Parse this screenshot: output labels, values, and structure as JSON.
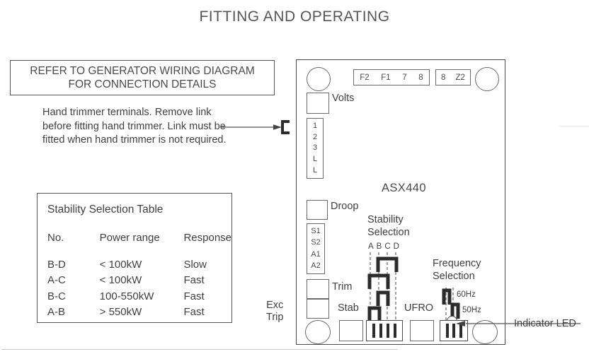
{
  "page": {
    "title": "FITTING AND OPERATING"
  },
  "refer_box": {
    "line1": "REFER TO GENERATOR WIRING DIAGRAM",
    "line2": "FOR CONNECTION DETAILS"
  },
  "trimmer_note": {
    "text": "Hand trimmer terminals. Remove link before fitting hand trimmer. Link must be fitted when hand trimmer is not required."
  },
  "stability_table": {
    "title": "Stability Selection  Table",
    "headers": [
      "No.",
      "Power range",
      "Response"
    ],
    "rows": [
      {
        "no": "B-D",
        "power": "< 100kW",
        "response": "Slow"
      },
      {
        "no": "A-C",
        "power": "< 100kW",
        "response": "Fast"
      },
      {
        "no": "B-C",
        "power": "100-550kW",
        "response": "Fast"
      },
      {
        "no": "A-B",
        "power": "> 550kW",
        "response": "Fast"
      }
    ]
  },
  "board": {
    "model": "ASX440",
    "top_terminal_1": [
      "F2",
      "F1",
      "7",
      "8"
    ],
    "top_terminal_2": [
      "8",
      "Z2"
    ],
    "volts_label": "Volts",
    "volts_strip": [
      "1",
      "2",
      "3",
      "L",
      "L"
    ],
    "droop_label": "Droop",
    "sense_strip": [
      "S1",
      "S2",
      "A1",
      "A2"
    ],
    "trim_label": "Trim",
    "stab_label": "Stab",
    "ufro_label": "UFRO",
    "exc_trip_label_1": "Exc",
    "exc_trip_label_2": "Trip",
    "stability_selection_title_1": "Stability",
    "stability_selection_title_2": "Selection",
    "stability_pins": [
      "A",
      "B",
      "C",
      "D"
    ],
    "frequency_selection_title_1": "Frequency",
    "frequency_selection_title_2": "Selection",
    "freq_60hz": "60Hz",
    "freq_50hz": "50Hz"
  },
  "callouts": {
    "indicator_led": "Indicator LED"
  },
  "colors": {
    "ink": "#3a3a3a",
    "line": "#4a4a4a",
    "jumper": "#2b2b2b",
    "trace": "#707070"
  }
}
